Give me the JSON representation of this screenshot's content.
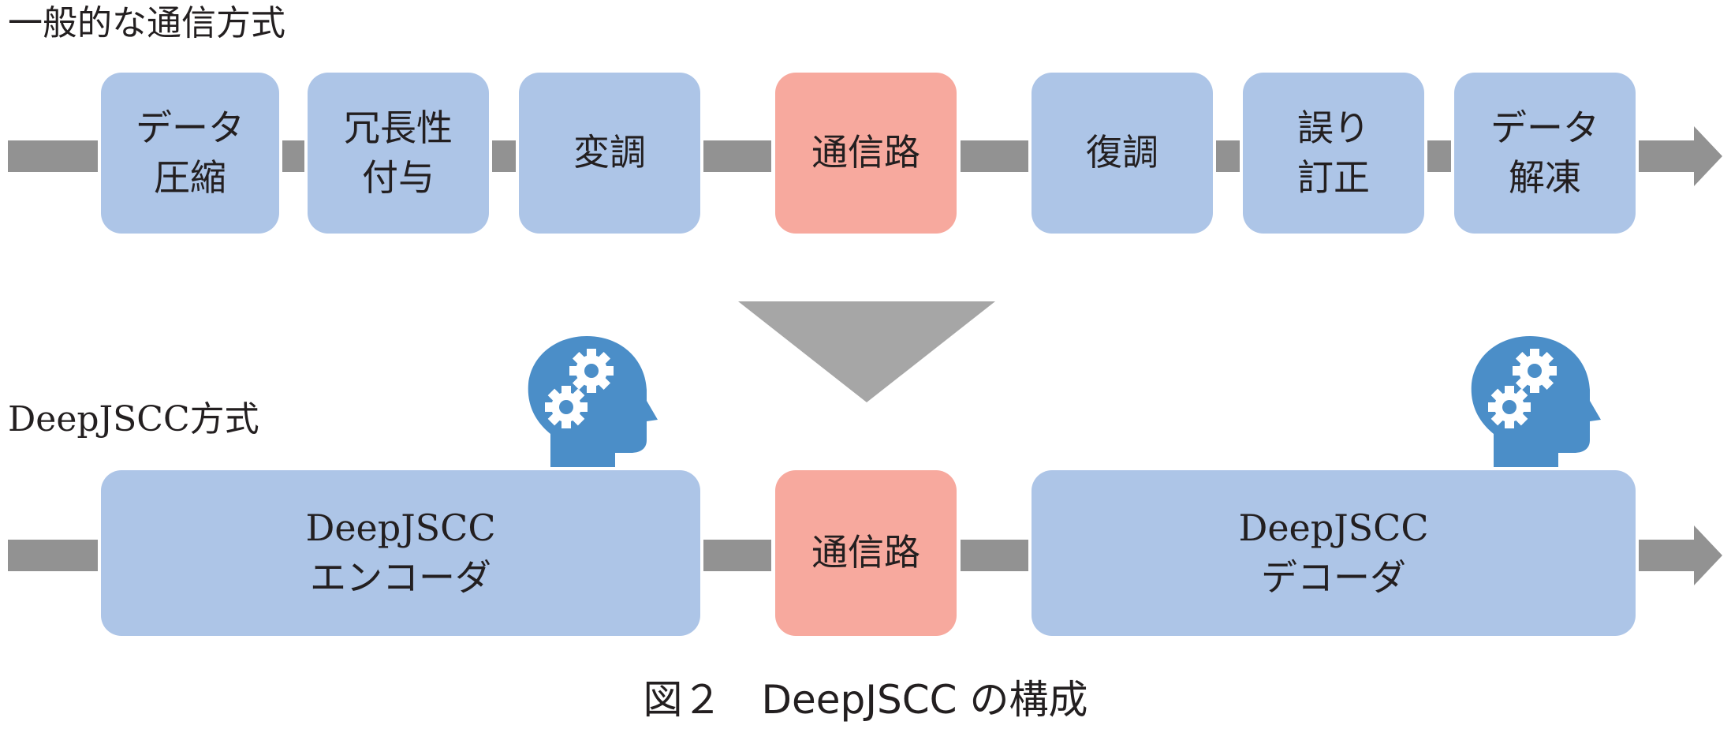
{
  "conventional": {
    "heading": "一般的な通信方式",
    "blocks": [
      {
        "line1": "データ",
        "line2": "圧縮"
      },
      {
        "line1": "冗長性",
        "line2": "付与"
      },
      {
        "line1": "変調",
        "line2": ""
      },
      {
        "line1": "通信路",
        "line2": ""
      },
      {
        "line1": "復調",
        "line2": ""
      },
      {
        "line1": "誤り",
        "line2": "訂正"
      },
      {
        "line1": "データ",
        "line2": "解凍"
      }
    ]
  },
  "deepjscc": {
    "heading": "DeepJSCC方式",
    "encoder": {
      "line1": "DeepJSCC",
      "line2": "エンコーダ"
    },
    "channel": {
      "line1": "通信路"
    },
    "decoder": {
      "line1": "DeepJSCC",
      "line2": "デコーダ"
    },
    "icons": [
      "ai-head-gears-icon",
      "ai-head-gears-icon"
    ]
  },
  "caption": {
    "figure_number": "図２",
    "title": "DeepJSCC の構成"
  },
  "colors": {
    "block_blue": "#adc5e7",
    "channel_red": "#f7a99e",
    "connector_gray": "#929292",
    "triangle_gray": "#a6a6a6",
    "icon_blue": "#4b8ec8"
  }
}
